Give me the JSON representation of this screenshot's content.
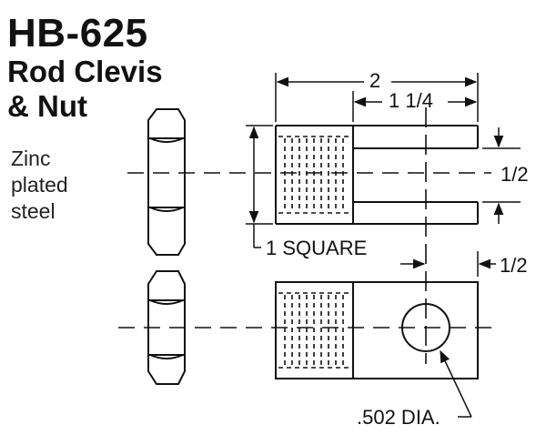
{
  "title": {
    "part_number": "HB-625",
    "name_line1": "Rod Clevis",
    "name_line2": "& Nut"
  },
  "material": {
    "line1": "Zinc",
    "line2": "plated",
    "line3": "steel"
  },
  "dimensions": {
    "overall_length": "2",
    "slot_depth": "1 1/4",
    "slot_width": "1/2",
    "body_size": "1 SQUARE",
    "hole_offset": "1/2",
    "hole_diameter": ".502 DIA."
  },
  "colors": {
    "line": "#111111",
    "background": "#ffffff"
  }
}
